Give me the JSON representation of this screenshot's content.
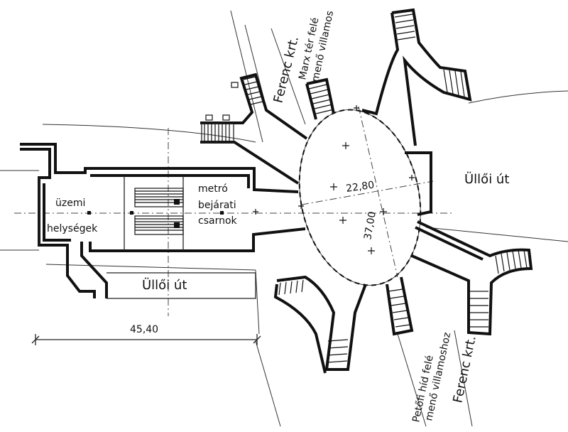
{
  "labels": {
    "ulloi_ut_right": "Üllői út",
    "ulloi_ut_bottom": "Üllői út",
    "ferenc_krt_top": "Ferenc krt.",
    "ferenc_krt_bottom": "Ferenc krt.",
    "marx_ter_line1": "Marx tér felé",
    "marx_ter_line2": "menő villamos",
    "petofi_line1": "Petőfi híd felé",
    "petofi_line2": "menő villamoshoz",
    "metro_line1": "metró",
    "metro_line2": "bejárati",
    "metro_line3": "csarnok",
    "uzemi_line1": "üzemi",
    "uzemi_line2": "helységek"
  },
  "dimensions": {
    "hall_width": "45,40",
    "ellipse_major": "22,80",
    "ellipse_minor": "37,00"
  }
}
